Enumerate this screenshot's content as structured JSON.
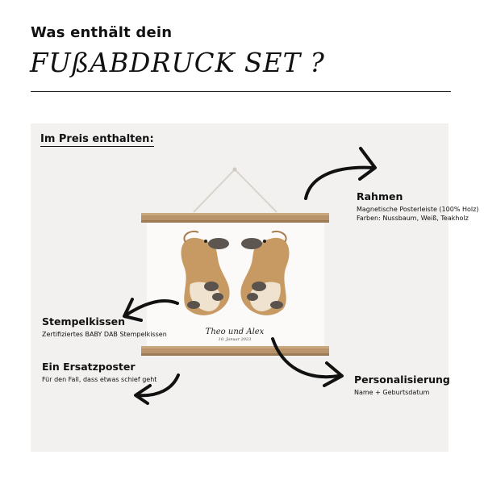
{
  "header": {
    "subtitle": "Was enthält dein",
    "title": "FUßABDRUCK SET ?"
  },
  "panel": {
    "included_label": "Im Preis enthalten:"
  },
  "features": {
    "rahmen": {
      "title": "Rahmen",
      "lines": [
        "Magnetische Posterleiste (100% Holz)",
        "Farben: Nussbaum, Weiß, Teakholz"
      ]
    },
    "stempelkissen": {
      "title": "Stempelkissen",
      "lines": [
        "Zertifiziertes BABY DAB Stempelkissen"
      ]
    },
    "ersatzposter": {
      "title": "Ein Ersatzposter",
      "lines": [
        "Für den Fall, dass etwas schief geht"
      ]
    },
    "personalisierung": {
      "title": "Personalisierung",
      "lines": [
        "Name + Geburtsdatum"
      ]
    }
  },
  "poster": {
    "name": "Theo und Alex",
    "date": "10. Januar 2023"
  }
}
